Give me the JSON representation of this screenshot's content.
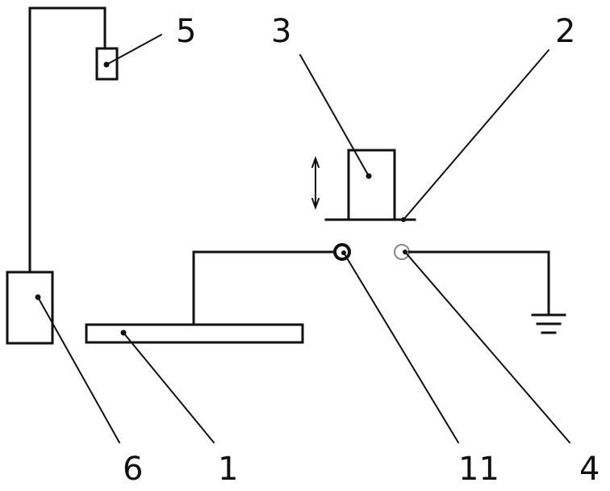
{
  "labels": {
    "label_1": "1",
    "label_2": "2",
    "label_3": "3",
    "label_4": "4",
    "label_5": "5",
    "label_6": "6",
    "label_11": "11"
  },
  "icons": {
    "ground": "ground-icon",
    "motion_arrow": "double-arrow-icon"
  },
  "colors": {
    "line": "#111111",
    "terminal_4": "#888888",
    "background": "#ffffff"
  }
}
